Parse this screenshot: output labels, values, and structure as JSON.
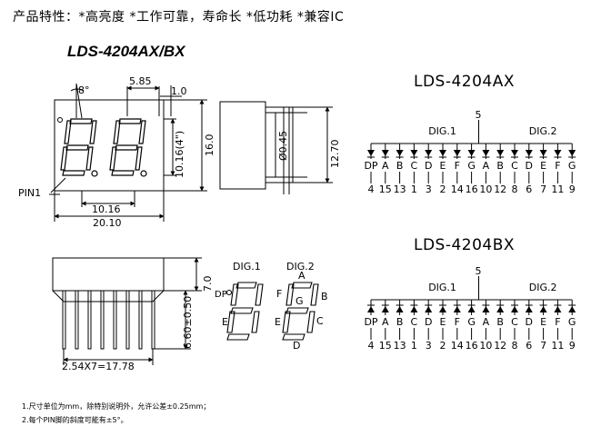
{
  "header": "产品特性：*高亮度 *工作可靠，寿命长 *低功耗 *兼容IC",
  "model": "LDS-4204AX/BX",
  "front_dims": {
    "top_left": "8°",
    "top_mid": "5.85",
    "top_right": "1.0",
    "digit_h": "10.16(4\")",
    "height": "16.0",
    "pitch": "10.16",
    "width": "20.10",
    "pin1": "PIN1"
  },
  "side_dims": {
    "pin_dia": "Ø0.45",
    "depth": "12.70"
  },
  "bottom_dims": {
    "height": "7.0",
    "pin_len": "6.60±0.50",
    "pins": "2.54X7=17.78"
  },
  "segment_diagram": {
    "dig1": "DIG.1",
    "dig2": "DIG.2",
    "dp": "DP",
    "a": "A",
    "b": "B",
    "c": "C",
    "d": "D",
    "e1": "E",
    "e2": "E",
    "f": "F",
    "g": "G"
  },
  "ax": {
    "title": "LDS-4204AX",
    "dig1": "DIG.1",
    "dig2": "DIG.2",
    "common_pin": "5",
    "segments": [
      "DP",
      "A",
      "B",
      "C",
      "D",
      "E",
      "F",
      "G",
      "A",
      "B",
      "C",
      "D",
      "E",
      "F",
      "G"
    ],
    "pins": [
      "4",
      "15",
      "13",
      "1",
      "3",
      "2",
      "14",
      "16",
      "10",
      "12",
      "8",
      "6",
      "7",
      "11",
      "9"
    ]
  },
  "bx": {
    "title": "LDS-4204BX",
    "dig1": "DIG.1",
    "dig2": "DIG.2",
    "common_pin": "5",
    "segments": [
      "DP",
      "A",
      "B",
      "C",
      "D",
      "E",
      "F",
      "G",
      "A",
      "B",
      "C",
      "D",
      "E",
      "F",
      "G"
    ],
    "pins": [
      "4",
      "15",
      "13",
      "1",
      "3",
      "2",
      "14",
      "16",
      "10",
      "12",
      "8",
      "6",
      "7",
      "11",
      "9"
    ]
  },
  "notes": [
    "1.尺寸单位为mm，除特别说明外，允许公差±0.25mm；",
    "2.每个PIN脚的斜度可能有±5°。"
  ]
}
